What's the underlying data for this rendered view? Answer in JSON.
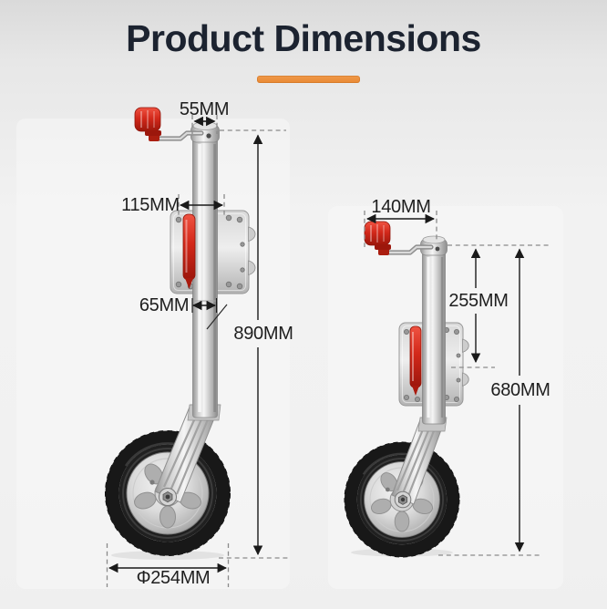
{
  "title": "Product Dimensions",
  "colors": {
    "accent": "#ED8E3E",
    "title_text": "#1C2330",
    "dimension_text": "#1E1E1E",
    "red_parts": "#D3281A",
    "background": "#F1F1F1"
  },
  "figures": {
    "extended": {
      "dims": {
        "top_tube_width": "55MM",
        "bracket_width": "115MM",
        "tube_diameter": "65MM",
        "overall_height": "890MM",
        "wheel_diameter": "Φ254MM"
      }
    },
    "retracted": {
      "dims": {
        "handle_width": "140MM",
        "upper_height": "255MM",
        "overall_height": "680MM"
      }
    }
  }
}
